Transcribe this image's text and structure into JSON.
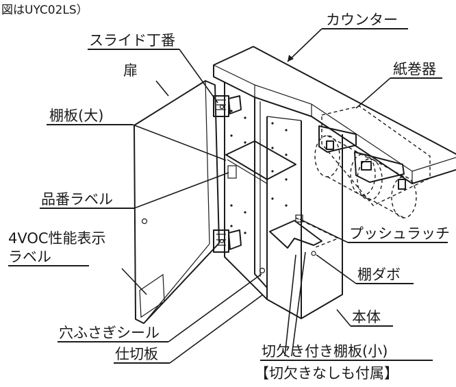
{
  "caption": "図はUYC02LS）",
  "labels": {
    "counter": "カウンター",
    "slide_hinge": "スライド丁番",
    "door": "扉",
    "paper_holder": "紙巻器",
    "shelf_large": "棚板(大)",
    "product_label": "品番ラベル",
    "voc_label_line1": "4VOC性能表示",
    "voc_label_line2": "ラベル",
    "push_latch": "プッシュラッチ",
    "shelf_dowel": "棚ダボ",
    "body": "本体",
    "hole_seal": "穴ふさぎシール",
    "partition": "仕切板",
    "shelf_small_line1": "切欠き付き棚板(小)",
    "shelf_small_line2": "【切欠きなしも付属】"
  }
}
